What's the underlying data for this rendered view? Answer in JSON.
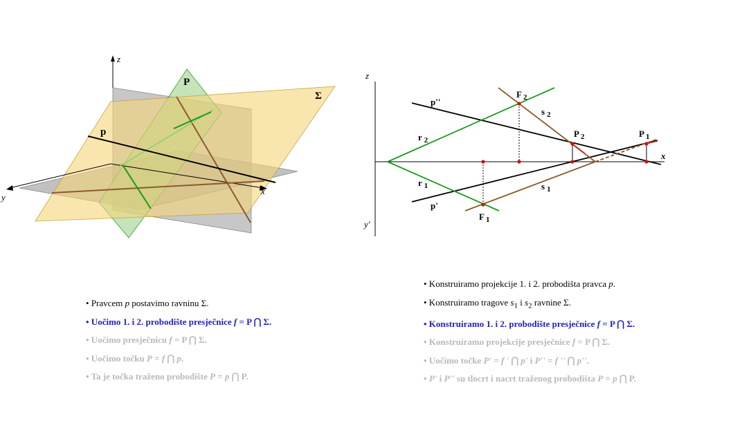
{
  "left_figure": {
    "labels": {
      "z": "z",
      "y": "y",
      "x": "x",
      "plane_p": "P",
      "plane_sigma": "Σ",
      "line_p": "p"
    },
    "colors": {
      "sigma_fill": "#f5d67a",
      "plane_p_fill": "#9fd28a",
      "horizontal_fill": "#a6a6a6",
      "vertical_fill": "#b4b4b4",
      "line": "#000000",
      "trace_brown": "#8b5a2b",
      "trace_green": "#1a9a1a"
    }
  },
  "right_figure": {
    "labels": {
      "z": "z",
      "y_prime": "y'",
      "x": "x",
      "p2": "p''",
      "p1": "p'",
      "r2": "r",
      "r2_sub": "2",
      "r1": "r",
      "r1_sub": "1",
      "s2": "s",
      "s2_sub": "2",
      "s1": "s",
      "s1_sub": "1",
      "F2": "F",
      "F2_sub": "2",
      "F1": "F",
      "F1_sub": "1",
      "P2": "P",
      "P2_sub": "2",
      "P1": "P",
      "P1_sub": "1"
    },
    "colors": {
      "green": "#1a9a1a",
      "brown": "#8b5a2b",
      "point": "#d01010",
      "line": "#000000"
    }
  },
  "left_steps": {
    "step1": {
      "a": "• Pravcem ",
      "b": "p",
      "c": " postavimo ravninu Σ."
    },
    "step2": {
      "a": "• Uočimo 1. i 2. probodište presječnice ",
      "b": "f",
      "c": " = P ⋂ Σ."
    },
    "step3": {
      "a": "• Uočimo presječnicu ",
      "b": "f",
      "c": " = P ⋂ Σ."
    },
    "step4": {
      "a": "• Uočimo točku ",
      "b": "P",
      "c": " = ",
      "d": "f",
      "e": " ⋂ ",
      "f": "p",
      "g": "."
    },
    "step5": {
      "a": "• Ta je točka traženo probodište ",
      "b": "P",
      "c": " = ",
      "d": "p",
      "e": " ⋂ P."
    }
  },
  "right_steps": {
    "step1": {
      "a": "• Konstruiramo projekcije 1. i 2. probodišta pravca ",
      "b": "p",
      "c": "."
    },
    "step2": {
      "a": "• Konstruiramo tragove ",
      "b": "s",
      "b_sub": "1",
      "c": " i ",
      "d": "s",
      "d_sub": "2",
      "e": " ravnine Σ."
    },
    "step3": {
      "a": "• Konstruiramo 1. i 2. probodište presječnice ",
      "b": "f",
      "c": " = P ⋂ Σ."
    },
    "step4": {
      "a": "• Konstruiramo projekcije presječnice ",
      "b": "f",
      "c": " = P ⋂ Σ."
    },
    "step5": {
      "a": "• Uočimo točke ",
      "b": "P'",
      "c": " = ",
      "d": "f '",
      "e": " ⋂ ",
      "f": "p'",
      "g": " i ",
      "h": "P''",
      "i": " = ",
      "j": "f ''",
      "k": " ⋂ ",
      "l": "p''",
      "m": "."
    },
    "step6": {
      "a": "• ",
      "b": "P'",
      "c": " i ",
      "d": "P''",
      "e": " su tlocrt i nacrt traženog probodišta ",
      "f": "P",
      "g": " = ",
      "h": "p",
      "i": " ⋂ P."
    }
  }
}
